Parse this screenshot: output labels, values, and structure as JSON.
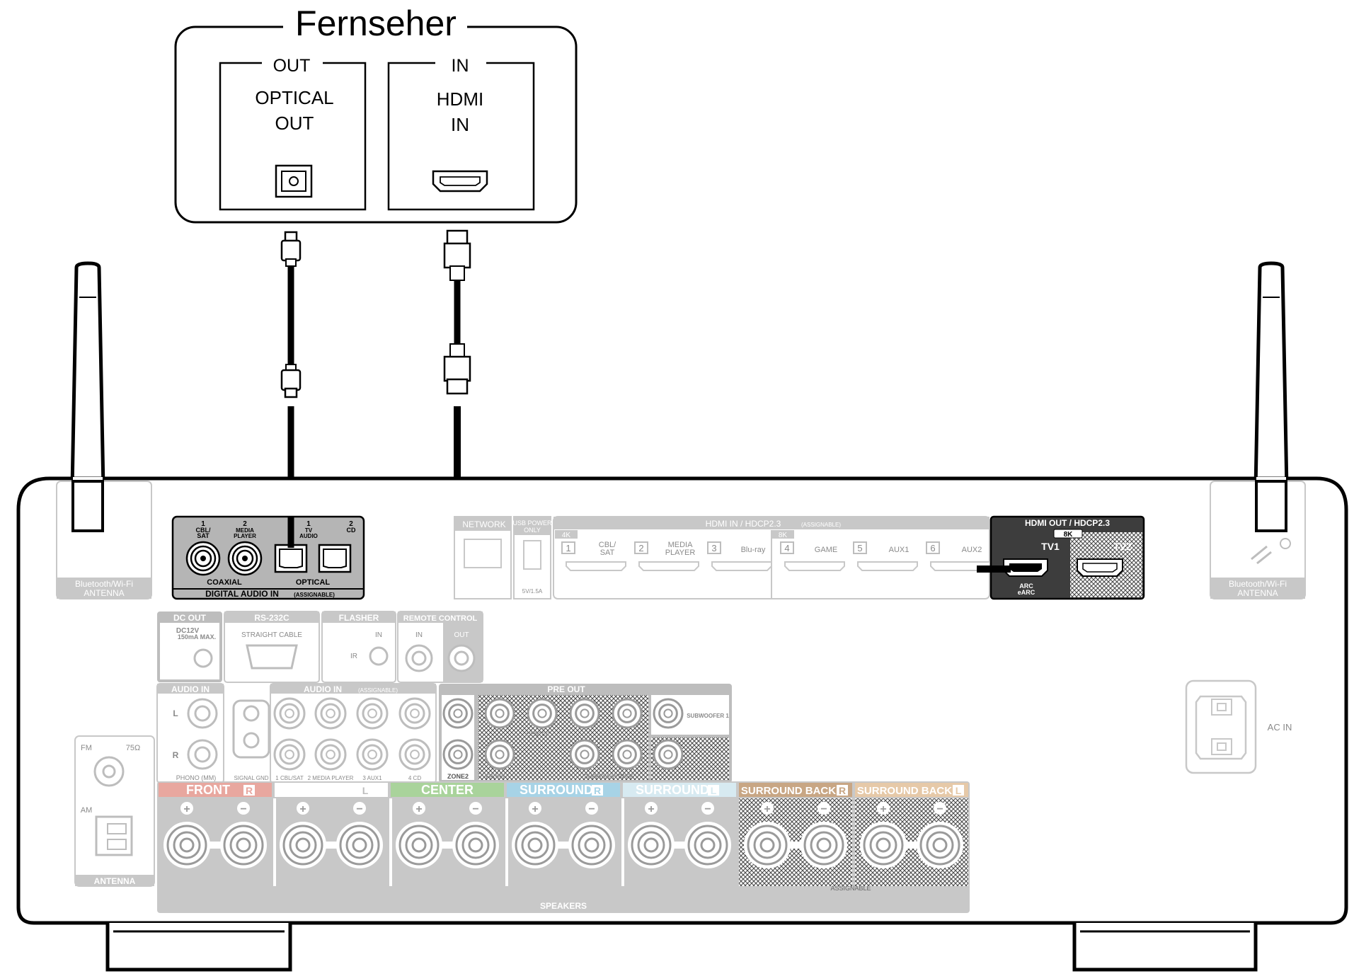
{
  "tv": {
    "title": "Fernseher",
    "out_box": {
      "header": "OUT",
      "line1": "OPTICAL",
      "line2": "OUT"
    },
    "in_box": {
      "header": "IN",
      "line1": "HDMI",
      "line2": "IN"
    }
  },
  "receiver": {
    "antenna_label_line1": "Bluetooth/Wi-Fi",
    "antenna_label_line2": "ANTENNA",
    "digital_audio": {
      "title": "DIGITAL AUDIO IN",
      "assignable": "(ASSIGNABLE)",
      "coaxial_label": "COAXIAL",
      "optical_label": "OPTICAL",
      "port1_num": "1",
      "port1_name_a": "CBL/",
      "port1_name_b": "SAT",
      "port2_num": "2",
      "port2_name_a": "MEDIA",
      "port2_name_b": "PLAYER",
      "port3_num": "1",
      "port3_name_a": "TV",
      "port3_name_b": "AUDIO",
      "port4_num": "2",
      "port4_name_a": "CD"
    },
    "network_label": "NETWORK",
    "usb_label_a": "USB POWER",
    "usb_label_b": "ONLY",
    "usb_rating": "5V/1.5A",
    "hdmi_in": {
      "title": "HDMI IN / HDCP2.3",
      "assignable": "(ASSIGNABLE)",
      "badge_4k": "4K",
      "badge_8k": "8K",
      "inputs": [
        "CBL/ SAT",
        "MEDIA PLAYER",
        "Blu-ray",
        "GAME",
        "AUX1",
        "AUX2"
      ],
      "nums": [
        "1",
        "2",
        "3",
        "4",
        "5",
        "6"
      ]
    },
    "hdmi_out": {
      "title": "HDMI OUT / HDCP2.3",
      "badge": "8K",
      "tv1": "TV1",
      "tv2": "TV2",
      "arc_a": "ARC",
      "arc_b": "eARC"
    },
    "dc_out": {
      "title": "DC OUT",
      "line1": "DC12V",
      "line2": "150mA MAX."
    },
    "rs232c": {
      "title": "RS-232C",
      "sub": "STRAIGHT CABLE"
    },
    "flasher": {
      "title": "FLASHER",
      "in": "IN",
      "ir": "IR"
    },
    "remote": {
      "title": "REMOTE CONTROL",
      "in": "IN",
      "out": "OUT"
    },
    "audio_in_left": {
      "title": "AUDIO IN",
      "l": "L",
      "r": "R",
      "phono": "PHONO (MM)",
      "gnd": "SIGNAL GND"
    },
    "audio_in": {
      "title": "AUDIO IN",
      "assignable": "(ASSIGNABLE)",
      "labels": [
        "1 CBL/SAT",
        "2 MEDIA PLAYER",
        "3 AUX1",
        "4 CD"
      ]
    },
    "pre_out": {
      "title": "PRE OUT",
      "zone2": "ZONE2",
      "subwoofer1": "SUBWOOFER 1",
      "front": "FRONT",
      "center": "CENTER",
      "surround_back": "SURROUND BACK"
    },
    "antenna": {
      "fm": "FM",
      "ohm": "75Ω",
      "am": "AM",
      "title": "ANTENNA"
    },
    "ac_in": "AC IN",
    "speakers": {
      "title": "SPEAKERS",
      "assignable": "ASSIGNABLE",
      "channels": [
        {
          "name": "FRONT",
          "side": "R",
          "color": "#e8a79f"
        },
        {
          "name": "FRONT",
          "side": "L",
          "color": "#ffffff"
        },
        {
          "name": "CENTER",
          "side": "",
          "color": "#a9d39b"
        },
        {
          "name": "SURROUND",
          "side": "R",
          "color": "#a7d3e6"
        },
        {
          "name": "SURROUND",
          "side": "L",
          "color": "#d7eaf1"
        },
        {
          "name": "SURROUND BACK",
          "side": "R",
          "color": "#c8a684"
        },
        {
          "name": "SURROUND BACK",
          "side": "L",
          "color": "#e6c9a8"
        }
      ]
    }
  },
  "colors": {
    "outline": "#000000",
    "panel_grey": "#bdbdbd",
    "panel_dark": "#6b6b6b",
    "hdmi_out_bg": "#3d3d3d",
    "cable": "#000000"
  }
}
